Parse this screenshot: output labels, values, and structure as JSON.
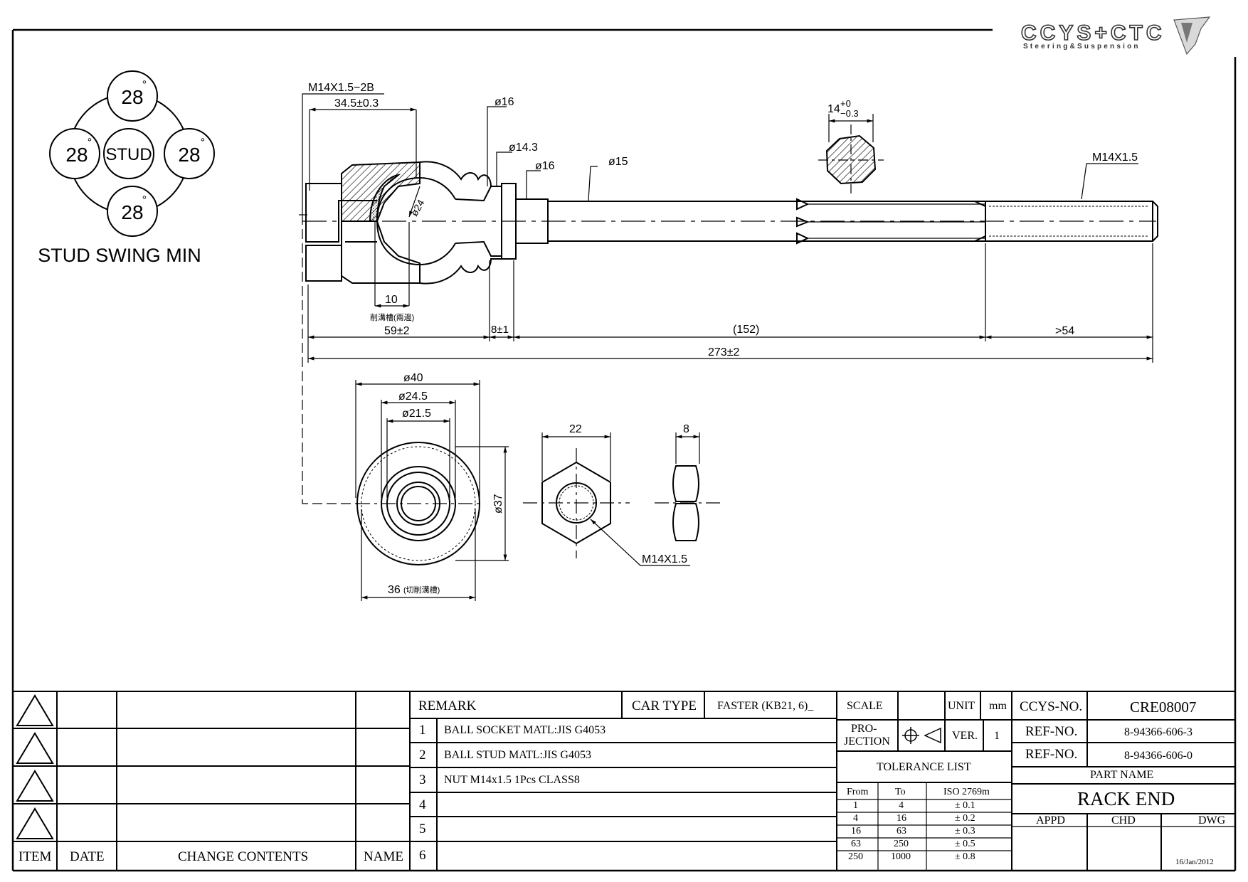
{
  "logo": {
    "text": "CCYS+CTC",
    "tagline": "Steering&Suspension"
  },
  "swing": {
    "value": "28",
    "degree": "°",
    "center": "STUD",
    "caption": "STUD SWING MIN"
  },
  "dims": {
    "thread_top": "M14X1.5−2B",
    "d_345": "34.5±0.3",
    "d16a": "ø16",
    "d143": "ø14.3",
    "d16b": "ø16",
    "d15": "ø15",
    "d24": "ø24",
    "hex14": "14",
    "hex14_tol_top": "+0",
    "hex14_tol_bot": "−0.3",
    "thread_right": "M14X1.5",
    "d10": "10",
    "d10_note": "削溝槽(兩邊)",
    "d59": "59±2",
    "d8": "8±1",
    "d152": "(152)",
    "d54": ">54",
    "d273": "273±2",
    "d40": "ø40",
    "d245": "ø24.5",
    "d215": "ø21.5",
    "d37": "ø37",
    "d36": "36",
    "d36_note": "(切削溝槽)",
    "nut_22": "22",
    "nut_8": "8",
    "nut_thread": "M14X1.5"
  },
  "title_block": {
    "rev_headers": {
      "item": "ITEM",
      "date": "DATE",
      "change": "CHANGE CONTENTS",
      "name": "NAME"
    },
    "remark_label": "REMARK",
    "car_type_label": "CAR TYPE",
    "car_type_value": "FASTER (KB21, 6)_",
    "remarks": [
      {
        "no": "1",
        "text": "BALL SOCKET MATL:JIS G4053"
      },
      {
        "no": "2",
        "text": "BALL STUD MATL:JIS G4053"
      },
      {
        "no": "3",
        "text": "NUT M14x1.5 1Pcs CLASS8"
      },
      {
        "no": "4",
        "text": ""
      },
      {
        "no": "5",
        "text": ""
      },
      {
        "no": "6",
        "text": ""
      }
    ],
    "scale_label": "SCALE",
    "unit_label": "UNIT",
    "unit_value": "mm",
    "projection_l1": "PRO-",
    "projection_l2": "JECTION",
    "ver_label": "VER.",
    "ver_value": "1",
    "tolerance_title": "TOLERANCE LIST",
    "tol_headers": {
      "from": "From",
      "to": "To",
      "iso": "ISO 2769m"
    },
    "tolerances": [
      {
        "from": "1",
        "to": "4",
        "tol": "± 0.1"
      },
      {
        "from": "4",
        "to": "16",
        "tol": "± 0.2"
      },
      {
        "from": "16",
        "to": "63",
        "tol": "± 0.3"
      },
      {
        "from": "63",
        "to": "250",
        "tol": "± 0.5"
      },
      {
        "from": "250",
        "to": "1000",
        "tol": "± 0.8"
      }
    ],
    "ccys_label": "CCYS-NO.",
    "ccys_value": "CRE08007",
    "ref_label": "REF-NO.",
    "ref1": "8-94366-606-3",
    "ref2": "8-94366-606-0",
    "part_name_label": "PART NAME",
    "part_name": "RACK END",
    "appd": "APPD",
    "chd": "CHD",
    "dwg": "DWG",
    "date": "16/Jan/2012"
  }
}
